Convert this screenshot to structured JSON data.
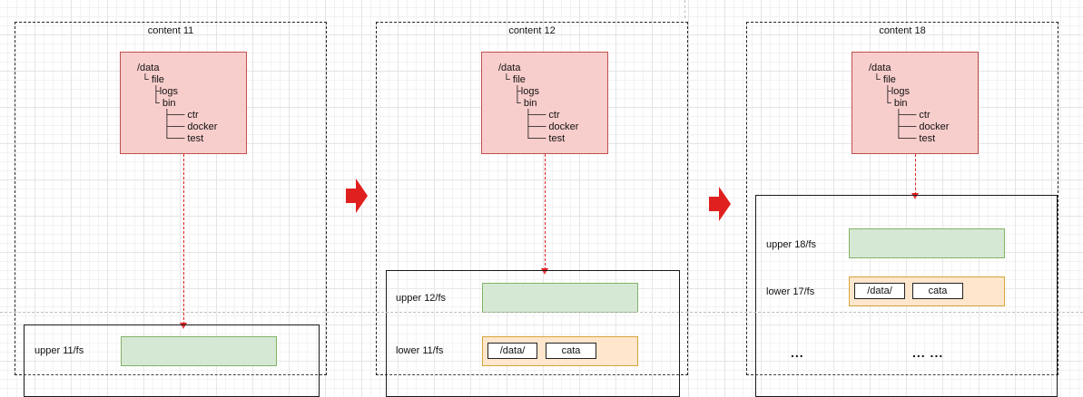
{
  "colors": {
    "tree_fill": "#f8cecc",
    "tree_stroke": "#c0504d",
    "upper_fill": "#d5e8d4",
    "upper_stroke": "#82b366",
    "lower_fill": "#ffe6cc",
    "lower_stroke": "#d6a53a",
    "arrow": "#e0201f"
  },
  "tree": {
    "lines": [
      "/data",
      "└ file",
      "├logs",
      "└ bin",
      "├── ctr",
      "├── docker",
      "└── test"
    ]
  },
  "panels": [
    {
      "title": "content 11",
      "upper_label": "upper 11/fs"
    },
    {
      "title": "content 12",
      "upper_label": "upper 12/fs",
      "lower_label": "lower 11/fs",
      "chips": [
        "/data/",
        "cata"
      ]
    },
    {
      "title": "content 18",
      "upper_label": "upper 18/fs",
      "lower_label": "lower 17/fs",
      "chips": [
        "/data/",
        "cata"
      ],
      "ellipsis_left": "...",
      "ellipsis_right": "... ..."
    }
  ],
  "transition_icons": [
    "arrow-right-icon",
    "arrow-right-icon"
  ]
}
